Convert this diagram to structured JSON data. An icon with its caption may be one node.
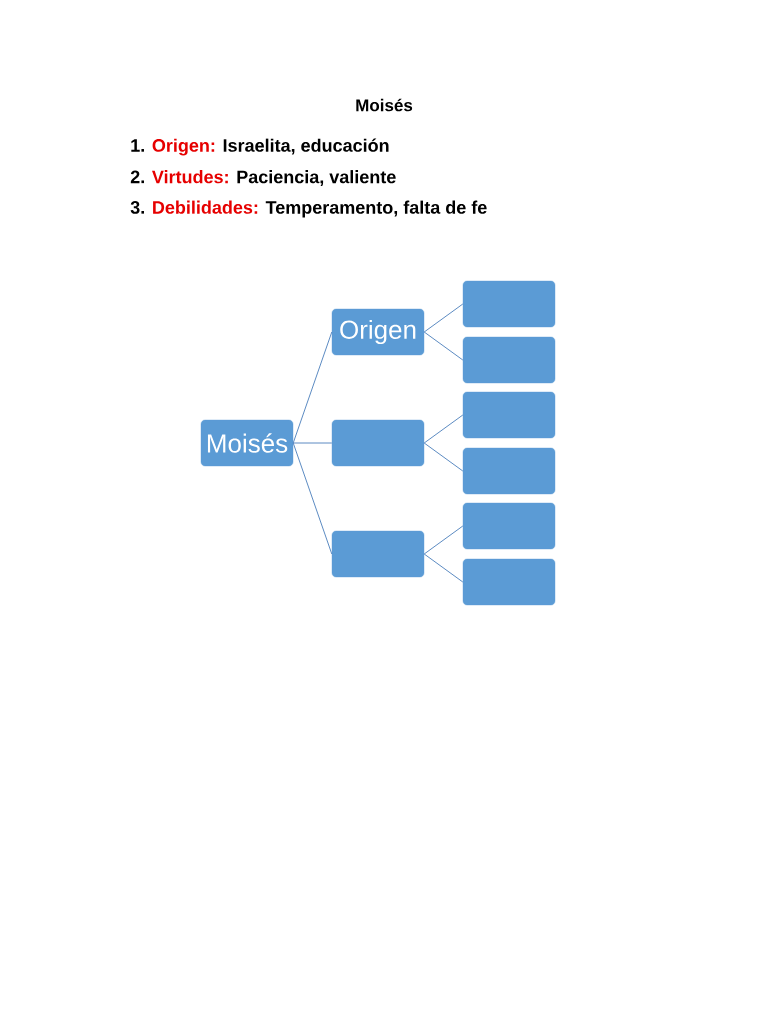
{
  "diagram": {
    "title": "Moisés",
    "nodes": [
      {
        "text": [
          "Moisés"
        ]
      },
      {
        "text": [
          "Origen"
        ]
      },
      {
        "text": [],
        "shape": "box"
      },
      {
        "text": [],
        "shape": "box"
      },
      {
        "text": [],
        "shape": "box"
      },
      {
        "text": [],
        "shape": "box"
      },
      {
        "text": [],
        "shape": "box"
      },
      {
        "text": [],
        "shape": "box"
      },
      {
        "text": [],
        "shape": "box"
      },
      {
        "text": [],
        "shape": "box"
      }
    ],
    "edges": [
      {
        "from": 0,
        "to": 1,
        "arrow": "none"
      },
      {
        "from": 0,
        "to": 2,
        "arrow": "none"
      },
      {
        "from": 0,
        "to": 3,
        "arrow": "none"
      },
      {
        "from": 1,
        "to": 4,
        "arrow": "none"
      },
      {
        "from": 1,
        "to": 5,
        "arrow": "none"
      },
      {
        "from": 2,
        "to": 6,
        "arrow": "none"
      },
      {
        "from": 2,
        "to": 7,
        "arrow": "none"
      },
      {
        "from": 3,
        "to": 8,
        "arrow": "none"
      },
      {
        "from": 3,
        "to": 9,
        "arrow": "none"
      }
    ],
    "labels": [
      "1.",
      "Origen:",
      "Israelita, educación",
      "2.",
      "Virtudes:",
      "Paciencia, valiente",
      "3.",
      "Debilidades:",
      "Temperamento, falta de fe"
    ]
  }
}
